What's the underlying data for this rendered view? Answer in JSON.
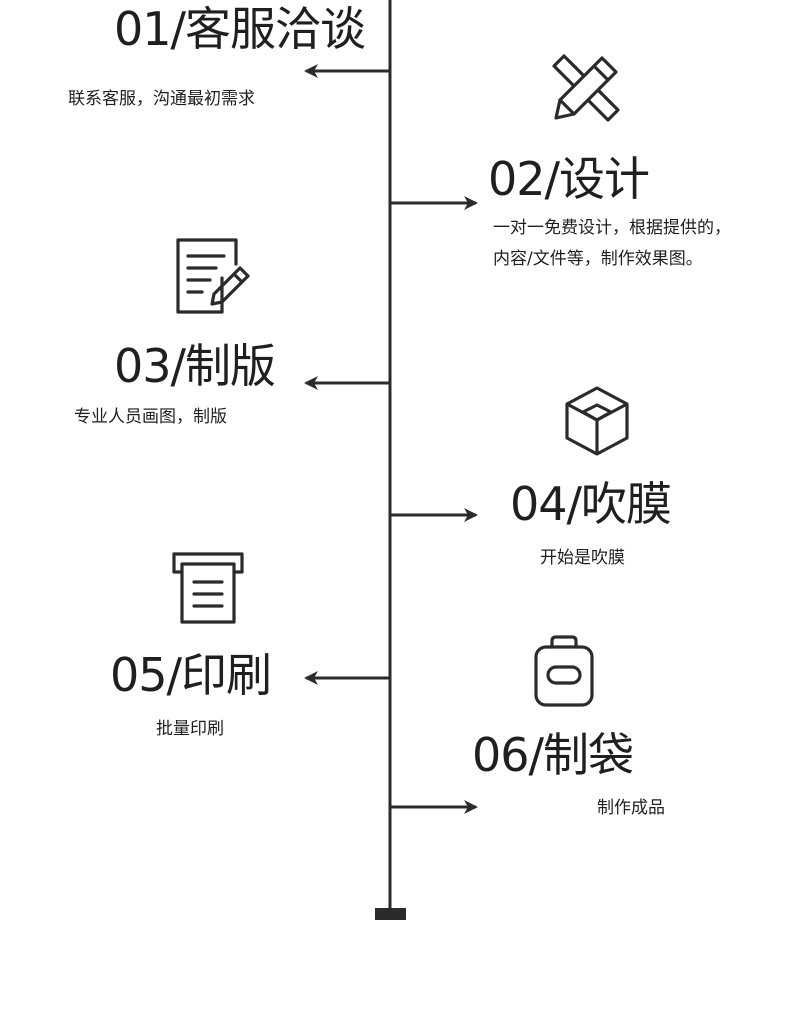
{
  "steps": [
    {
      "title": "01/客服洽谈",
      "desc": "联系客服，沟通最初需求"
    },
    {
      "title": "02/设计",
      "desc_line1": "一对一免费设计，根据提供的，",
      "desc_line2": "内容/文件等，制作效果图。"
    },
    {
      "title": "03/制版",
      "desc": "专业人员画图，制版"
    },
    {
      "title": "04/吹膜",
      "desc": "开始是吹膜"
    },
    {
      "title": "05/印刷",
      "desc": "批量印刷"
    },
    {
      "title": "06/制袋",
      "desc": "制作成品"
    }
  ],
  "icons": {
    "step1": "",
    "step2": "ruler-pencil-icon",
    "step3": "document-pen-icon",
    "step4": "box-icon",
    "step5": "printer-icon",
    "step6": "bag-icon"
  },
  "colors": {
    "line": "#2b2b2b",
    "text": "#1f1f1f"
  }
}
